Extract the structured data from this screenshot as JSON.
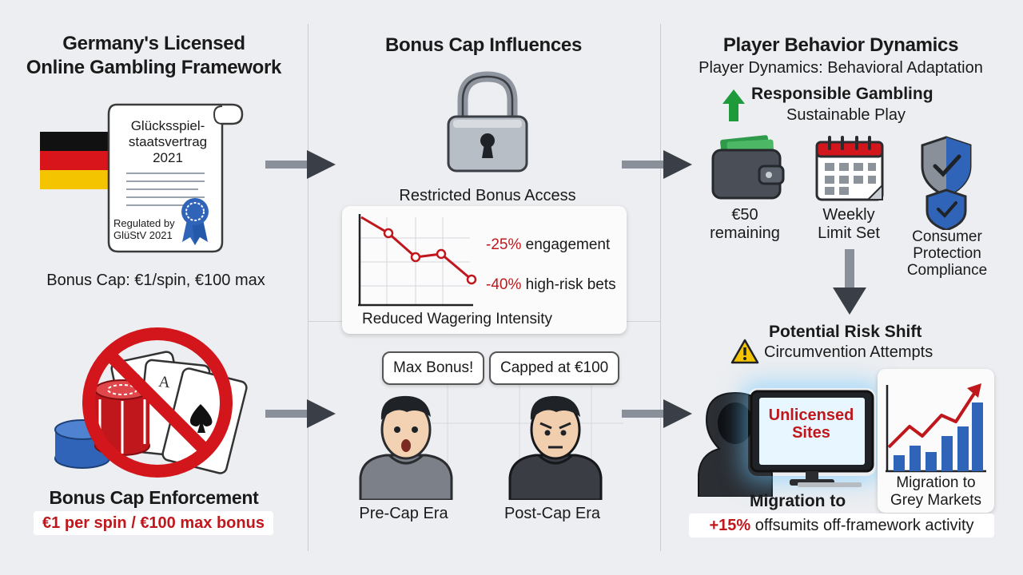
{
  "left": {
    "title_line1": "Germany's Licensed",
    "title_line2": "Online Gambling Framework",
    "doc_line1": "Glücksspiel-",
    "doc_line2": "staatsvertrag",
    "doc_line3": "2021",
    "regulated_line1": "Regulated by",
    "regulated_line2": "GlüStV 2021",
    "bonus_cap": "Bonus Cap: €1/spin, €100 max",
    "enforcement_title": "Bonus Cap Enforcement",
    "enforcement_detail": "€1 per spin / €100 max bonus"
  },
  "middle": {
    "title": "Bonus Cap Influences",
    "restricted": "Restricted Bonus Access",
    "stat1": "-25%",
    "stat1_label": "engagement",
    "stat2": "-40%",
    "stat2_label": "high-risk bets",
    "chart_caption": "Reduced Wagering Intensity",
    "bubble_pre": "Max Bonus!",
    "bubble_post": "Capped at €100",
    "pre_era": "Pre-Cap Era",
    "post_era": "Post-Cap Era"
  },
  "right": {
    "title": "Player Behavior Dynamics",
    "subtitle": "Player Dynamics: Behavioral Adaptation",
    "rg_title": "Responsible Gambling",
    "rg_sub": "Sustainable Play",
    "wallet_line1": "€50",
    "wallet_line2": "remaining",
    "weekly_line1": "Weekly",
    "weekly_line2": "Limit Set",
    "consumer_line1": "Consumer",
    "consumer_line2": "Protection",
    "consumer_line3": "Compliance",
    "risk_title": "Potential Risk Shift",
    "risk_sub": "Circumvention Attempts",
    "unlicensed_line1": "Unlicensed",
    "unlicensed_line2": "Sites",
    "migration_card_line1": "Migration to",
    "migration_card_line2": "Grey Markets",
    "migration_title": "Migration to",
    "migration_stat": "+15%",
    "migration_detail": "offsumits off-framework activity"
  },
  "colors": {
    "red": "#c0171c",
    "green": "#1f9a3a",
    "blue": "#2f64b8",
    "arrow": "#3a3f47"
  }
}
